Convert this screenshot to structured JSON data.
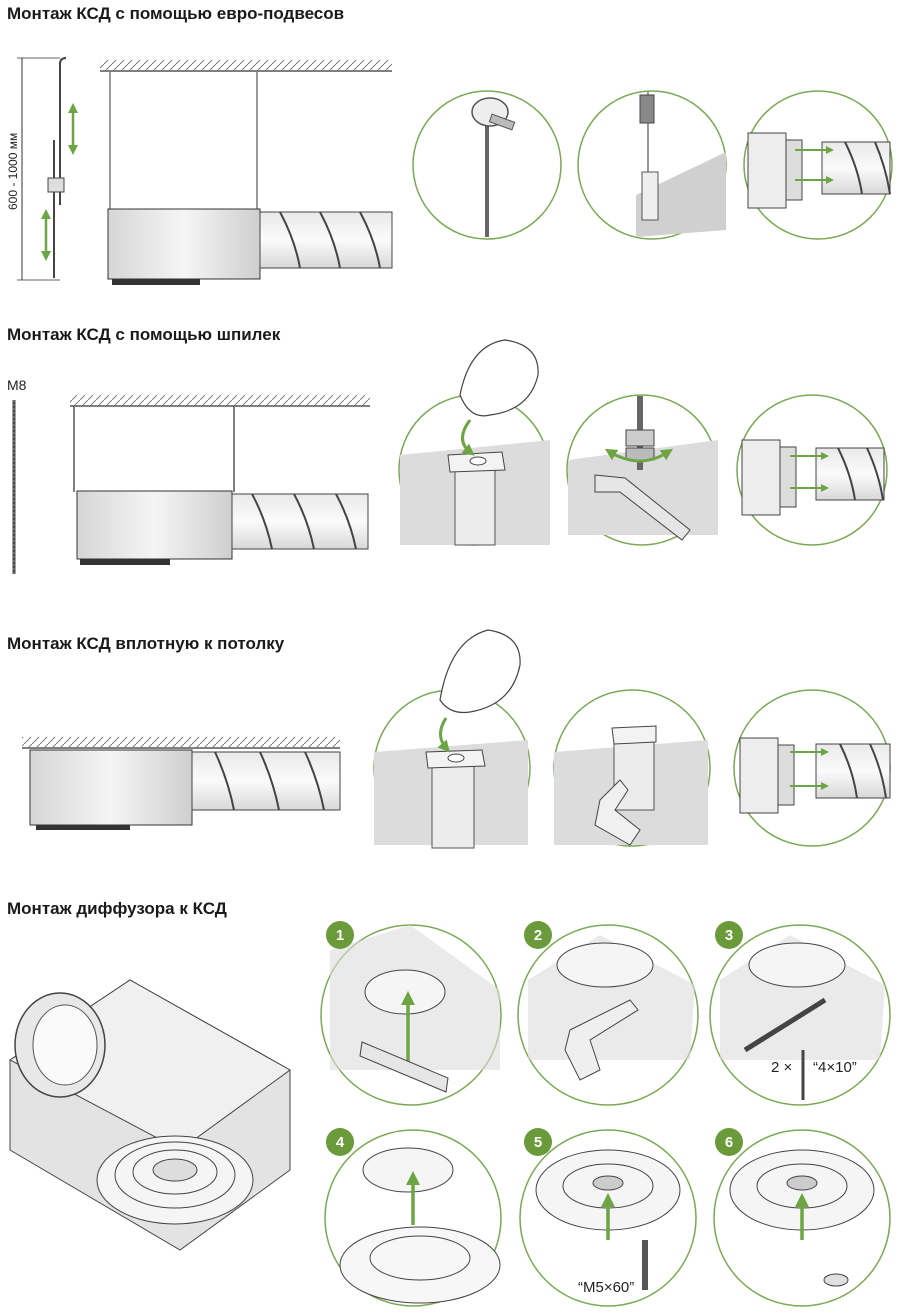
{
  "sections": [
    {
      "title": "Монтаж КСД с помощью евро-подвесов"
    },
    {
      "title": "Монтаж КСД с помощью шпилек"
    },
    {
      "title": "Монтаж КСД вплотную к потолку"
    },
    {
      "title": "Монтаж диффузора к КСД"
    }
  ],
  "labels": {
    "hanger_length": "600 - 1000 мм",
    "stud_size": "M8",
    "screw_spec": "“4×10”",
    "screw_count": "2 ×",
    "bolt_spec": "“M5×60”"
  },
  "steps": [
    "1",
    "2",
    "3",
    "4",
    "5",
    "6"
  ],
  "colors": {
    "accent": "#6a9a3a",
    "arrow": "#6ea544",
    "line": "#333333",
    "metal": "#e6e6e6"
  },
  "icons": [
    "hand-icon",
    "wrench-icon",
    "drill-icon",
    "screwdriver-icon",
    "screw-icon",
    "bolt-icon",
    "arrow-icon"
  ]
}
